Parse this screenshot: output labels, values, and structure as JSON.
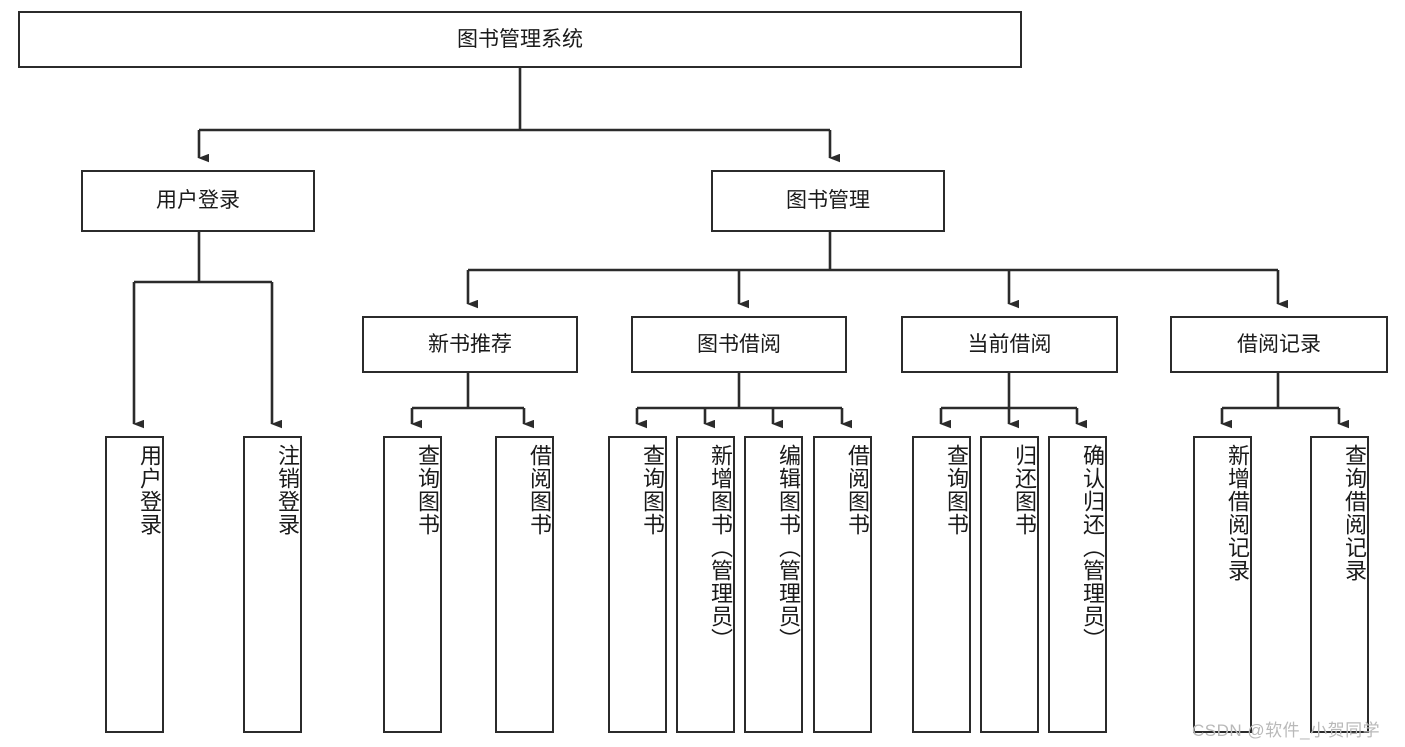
{
  "diagram": {
    "title": "图书管理系统",
    "watermark": "CSDN @软件_小贺同学",
    "colors": {
      "stroke": "#2b2b2b",
      "background": "#ffffff",
      "text": "#1a1a1a",
      "watermark": "#b9b9b9"
    },
    "nodes": {
      "root": {
        "label": "图书管理系统"
      },
      "level2": [
        {
          "label": "用户登录"
        },
        {
          "label": "图书管理"
        }
      ],
      "level3": [
        {
          "label": "新书推荐"
        },
        {
          "label": "图书借阅"
        },
        {
          "label": "当前借阅"
        },
        {
          "label": "借阅记录"
        }
      ],
      "leaves": {
        "user_login": [
          {
            "label": "用户登录"
          },
          {
            "label": "注销登录"
          }
        ],
        "new_book_recommend": [
          {
            "label": "查询图书"
          },
          {
            "label": "借阅图书"
          }
        ],
        "book_borrow": [
          {
            "label": "查询图书"
          },
          {
            "label": "新增图书（管理员）"
          },
          {
            "label": "编辑图书（管理员）"
          },
          {
            "label": "借阅图书"
          }
        ],
        "current_borrow": [
          {
            "label": "查询图书"
          },
          {
            "label": "归还图书"
          },
          {
            "label": "确认归还（管理员）"
          }
        ],
        "borrow_record": [
          {
            "label": "新增借阅记录"
          },
          {
            "label": "查询借阅记录"
          }
        ]
      }
    }
  }
}
